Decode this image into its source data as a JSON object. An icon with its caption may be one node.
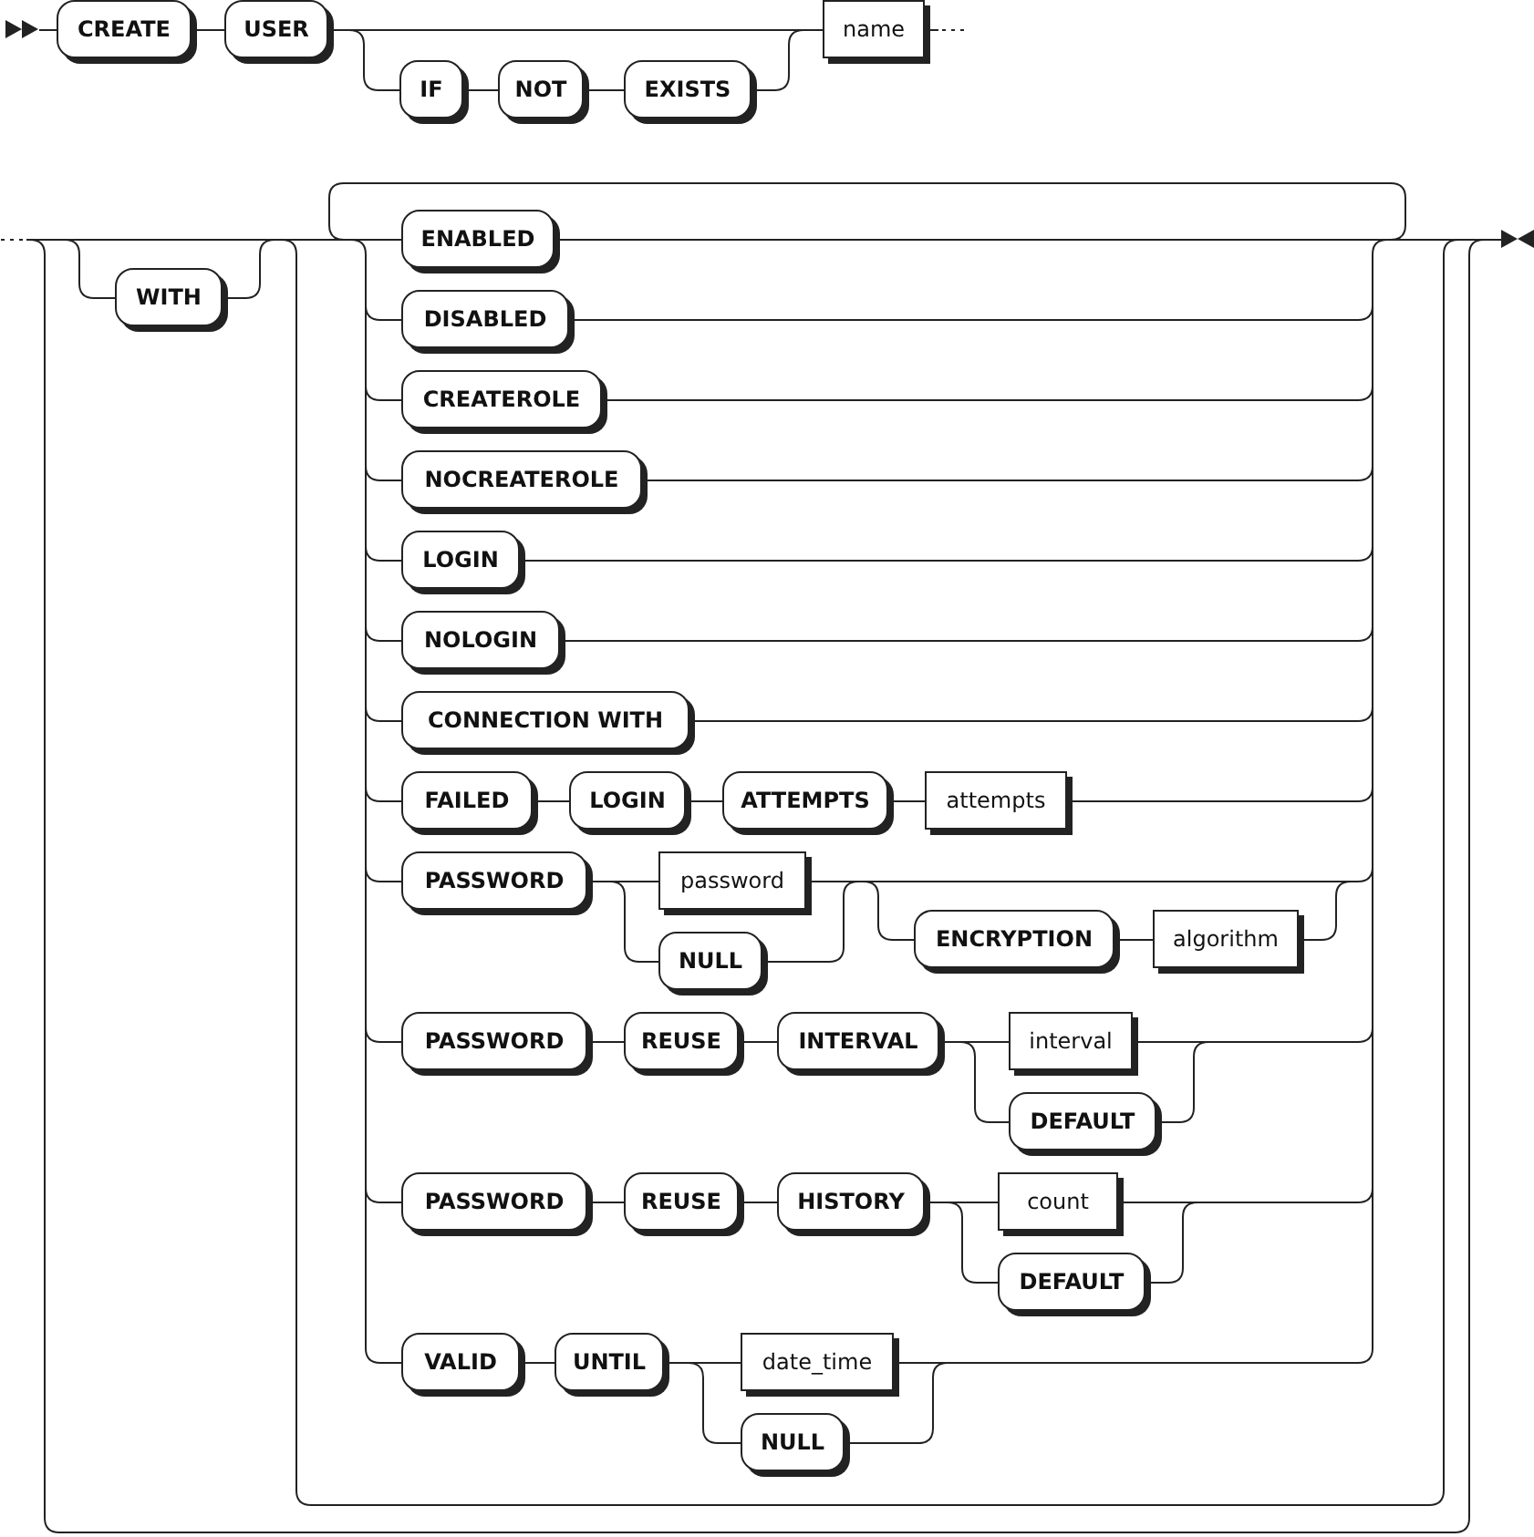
{
  "diagram": {
    "nodes": [
      {
        "text": [],
        "shape": "triangle"
      },
      {
        "text": [
          "CREATE"
        ]
      },
      {
        "text": [
          "USER"
        ]
      },
      {
        "text": [
          "IF"
        ]
      },
      {
        "text": [
          "NOT"
        ]
      },
      {
        "text": [
          "EXISTS"
        ]
      },
      {
        "text": [
          "name"
        ]
      },
      {
        "text": [
          "WITH"
        ]
      },
      {
        "text": [
          "ENABLED"
        ]
      },
      {
        "text": [
          "DISABLED"
        ]
      },
      {
        "text": [
          "CREATEROLE"
        ]
      },
      {
        "text": [
          "NOCREATEROLE"
        ]
      },
      {
        "text": [
          "LOGIN"
        ]
      },
      {
        "text": [
          "NOLOGIN"
        ]
      },
      {
        "text": [
          "CONNECTION WITH"
        ]
      },
      {
        "text": [
          "FAILED"
        ]
      },
      {
        "text": [
          "LOGIN"
        ]
      },
      {
        "text": [
          "ATTEMPTS"
        ]
      },
      {
        "text": [
          "attempts"
        ]
      },
      {
        "text": [
          "PASSWORD"
        ]
      },
      {
        "text": [
          "password"
        ]
      },
      {
        "text": [
          "NULL"
        ]
      },
      {
        "text": [
          "ENCRYPTION"
        ]
      },
      {
        "text": [
          "algorithm"
        ]
      },
      {
        "text": [
          "PASSWORD"
        ]
      },
      {
        "text": [
          "REUSE"
        ]
      },
      {
        "text": [
          "INTERVAL"
        ]
      },
      {
        "text": [
          "interval"
        ]
      },
      {
        "text": [
          "DEFAULT"
        ]
      },
      {
        "text": [
          "PASSWORD"
        ]
      },
      {
        "text": [
          "REUSE"
        ]
      },
      {
        "text": [
          "HISTORY"
        ]
      },
      {
        "text": [
          "count"
        ]
      },
      {
        "text": [
          "DEFAULT"
        ]
      },
      {
        "text": [
          "VALID"
        ]
      },
      {
        "text": [
          "UNTIL"
        ]
      },
      {
        "text": [
          "date_time"
        ]
      },
      {
        "text": [
          "NULL"
        ]
      },
      {
        "text": [],
        "shape": "triangle"
      }
    ],
    "edges": [
      {
        "from": 0,
        "to": 1,
        "arrow": "none"
      },
      {
        "from": 1,
        "to": 2,
        "arrow": "none"
      },
      {
        "from": 2,
        "to": 3,
        "arrow": "none"
      },
      {
        "from": 3,
        "to": 4,
        "arrow": "none"
      },
      {
        "from": 4,
        "to": 5,
        "arrow": "none"
      },
      {
        "from": 2,
        "to": 6,
        "arrow": "none"
      },
      {
        "from": 5,
        "to": 6,
        "arrow": "none"
      },
      {
        "from": 6,
        "to": null,
        "arrow": "none"
      },
      {
        "from": null,
        "to": 7,
        "arrow": "none"
      },
      {
        "from": null,
        "to": 8,
        "arrow": "none"
      },
      {
        "from": null,
        "to": 9,
        "arrow": "none"
      },
      {
        "from": null,
        "to": 10,
        "arrow": "none"
      },
      {
        "from": null,
        "to": 11,
        "arrow": "none"
      },
      {
        "from": null,
        "to": 12,
        "arrow": "none"
      },
      {
        "from": null,
        "to": 13,
        "arrow": "none"
      },
      {
        "from": null,
        "to": 14,
        "arrow": "none"
      },
      {
        "from": null,
        "to": 15,
        "arrow": "none"
      },
      {
        "from": null,
        "to": 19,
        "arrow": "none"
      },
      {
        "from": null,
        "to": 24,
        "arrow": "none"
      },
      {
        "from": null,
        "to": 29,
        "arrow": "none"
      },
      {
        "from": null,
        "to": 34,
        "arrow": "none"
      },
      {
        "from": null,
        "to": 38,
        "arrow": "none"
      },
      {
        "from": 7,
        "to": 8,
        "arrow": "none"
      },
      {
        "from": 7,
        "to": 9,
        "arrow": "none"
      },
      {
        "from": 7,
        "to": 10,
        "arrow": "none"
      },
      {
        "from": 7,
        "to": 11,
        "arrow": "none"
      },
      {
        "from": 7,
        "to": 12,
        "arrow": "none"
      },
      {
        "from": 7,
        "to": 13,
        "arrow": "none"
      },
      {
        "from": 7,
        "to": 14,
        "arrow": "none"
      },
      {
        "from": 7,
        "to": 15,
        "arrow": "none"
      },
      {
        "from": 7,
        "to": 19,
        "arrow": "none"
      },
      {
        "from": 7,
        "to": 24,
        "arrow": "none"
      },
      {
        "from": 7,
        "to": 29,
        "arrow": "none"
      },
      {
        "from": 7,
        "to": 34,
        "arrow": "none"
      },
      {
        "from": 7,
        "to": 38,
        "arrow": "none"
      },
      {
        "from": 15,
        "to": 16,
        "arrow": "none"
      },
      {
        "from": 16,
        "to": 17,
        "arrow": "none"
      },
      {
        "from": 17,
        "to": 18,
        "arrow": "none"
      },
      {
        "from": 19,
        "to": 20,
        "arrow": "none"
      },
      {
        "from": 19,
        "to": 21,
        "arrow": "none"
      },
      {
        "from": 20,
        "to": 22,
        "arrow": "none"
      },
      {
        "from": 21,
        "to": 22,
        "arrow": "none"
      },
      {
        "from": 22,
        "to": 23,
        "arrow": "none"
      },
      {
        "from": 24,
        "to": 25,
        "arrow": "none"
      },
      {
        "from": 25,
        "to": 26,
        "arrow": "none"
      },
      {
        "from": 26,
        "to": 27,
        "arrow": "none"
      },
      {
        "from": 26,
        "to": 28,
        "arrow": "none"
      },
      {
        "from": 29,
        "to": 30,
        "arrow": "none"
      },
      {
        "from": 30,
        "to": 31,
        "arrow": "none"
      },
      {
        "from": 31,
        "to": 32,
        "arrow": "none"
      },
      {
        "from": 31,
        "to": 33,
        "arrow": "none"
      },
      {
        "from": 34,
        "to": 35,
        "arrow": "none"
      },
      {
        "from": 35,
        "to": 36,
        "arrow": "none"
      },
      {
        "from": 35,
        "to": 37,
        "arrow": "none"
      },
      {
        "from": 8,
        "to": 38,
        "arrow": "none"
      },
      {
        "from": 9,
        "to": 38,
        "arrow": "none"
      },
      {
        "from": 10,
        "to": 38,
        "arrow": "none"
      },
      {
        "from": 11,
        "to": 38,
        "arrow": "none"
      },
      {
        "from": 12,
        "to": 38,
        "arrow": "none"
      },
      {
        "from": 13,
        "to": 38,
        "arrow": "none"
      },
      {
        "from": 14,
        "to": 38,
        "arrow": "none"
      },
      {
        "from": 18,
        "to": 38,
        "arrow": "none"
      },
      {
        "from": 20,
        "to": 38,
        "arrow": "none"
      },
      {
        "from": 21,
        "to": 38,
        "arrow": "none"
      },
      {
        "from": 23,
        "to": 38,
        "arrow": "none"
      },
      {
        "from": 27,
        "to": 38,
        "arrow": "none"
      },
      {
        "from": 28,
        "to": 38,
        "arrow": "none"
      },
      {
        "from": 32,
        "to": 38,
        "arrow": "none"
      },
      {
        "from": 33,
        "to": 38,
        "arrow": "none"
      },
      {
        "from": 36,
        "to": 38,
        "arrow": "none"
      },
      {
        "from": 37,
        "to": 38,
        "arrow": "none"
      }
    ]
  }
}
